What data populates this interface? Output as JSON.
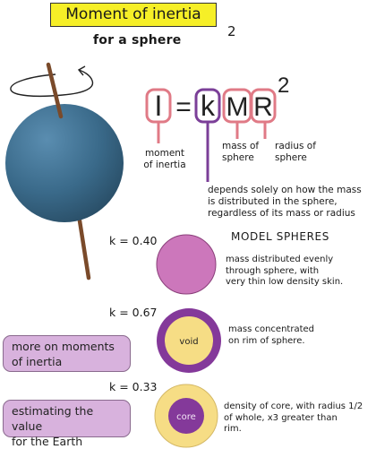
{
  "title": "Moment of inertia",
  "subtitle": "for a sphere",
  "stray_superscript": "2",
  "equation": {
    "I": "I",
    "equals": "=",
    "k": "k",
    "M": "M",
    "R": "R",
    "exponent": "2"
  },
  "labels": {
    "moment": "moment\nof inertia",
    "mass": "mass of\nsphere",
    "radius": "radius of\nsphere",
    "k_note": "depends solely on how the mass\nis distributed in the sphere,\nregardless of its mass or radius"
  },
  "model_title": "MODEL SPHERES",
  "models": [
    {
      "k": "k = 0.40",
      "description": "mass distributed evenly\nthrough sphere, with\nvery thin low density skin.",
      "inner_label": ""
    },
    {
      "k": "k = 0.67",
      "description": "mass concentrated\non rim of sphere.",
      "inner_label": "void"
    },
    {
      "k": "k = 0.33",
      "description": "density of core, with radius 1/2\nof whole, x3 greater than\nrim.",
      "inner_label": "core"
    }
  ],
  "links": {
    "more": "more on moments\nof inertia",
    "earth": "estimating the value\nfor the Earth"
  },
  "colors": {
    "title_bg": "#f6ef27",
    "equation_box_pink": "#e07a86",
    "equation_box_purple": "#7b3f98",
    "sphere_pink": "#cc77bb",
    "sphere_purple": "#84399a",
    "sphere_cream": "#f6dd85",
    "link_bg": "#d8b2dd",
    "globe": "#3a6f95",
    "axis_rod": "#7a4a2a"
  }
}
